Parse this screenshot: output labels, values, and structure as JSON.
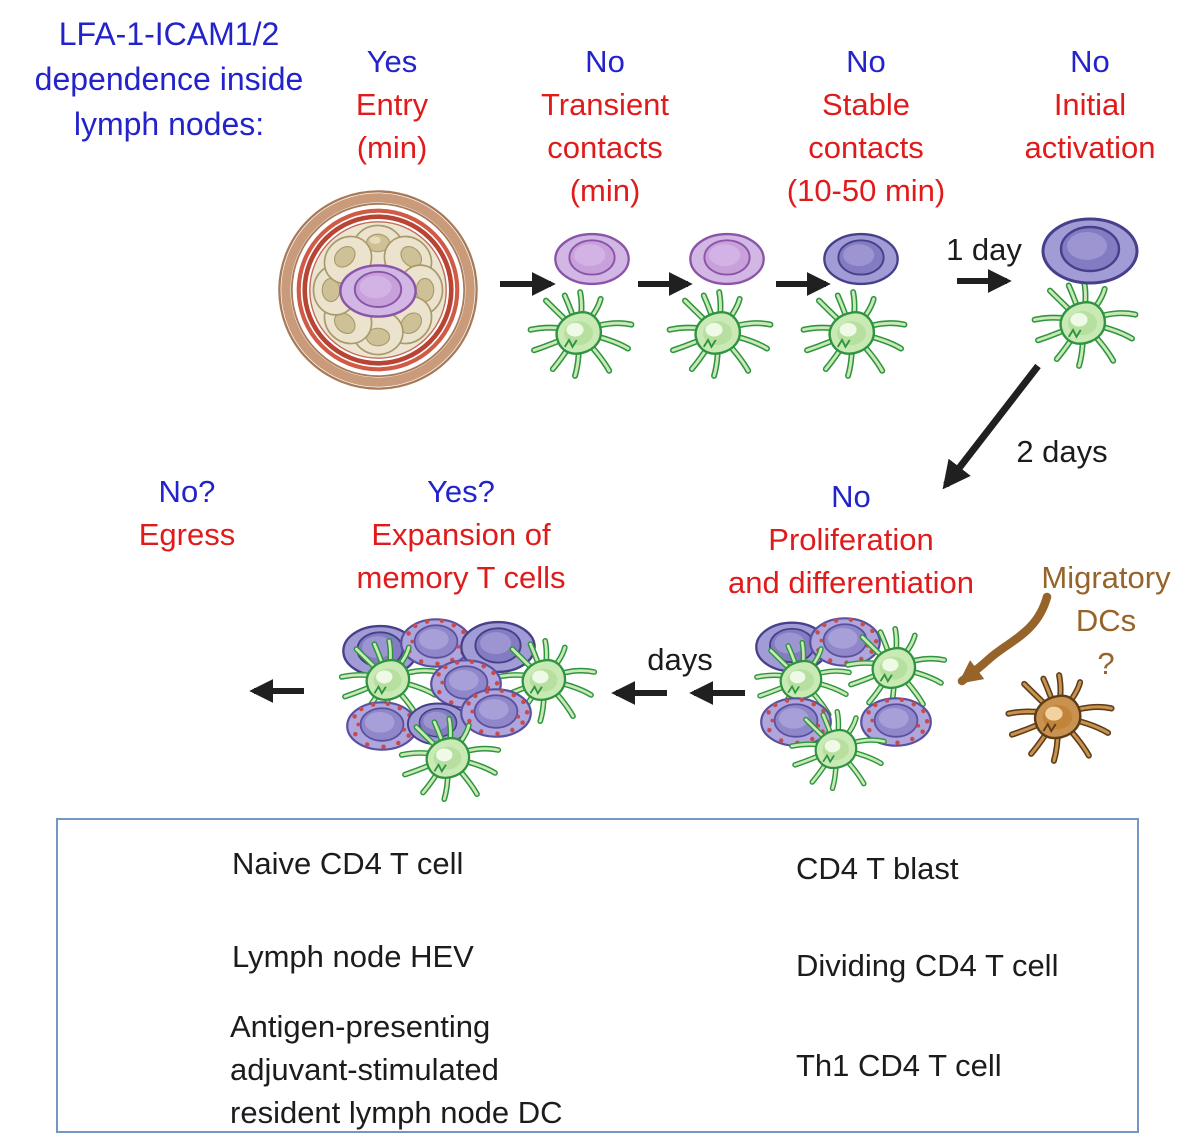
{
  "figure": {
    "title_lines": [
      "LFA-1-ICAM1/2",
      "dependence inside",
      "lymph nodes:"
    ],
    "stages": [
      {
        "answer": "Yes",
        "lines": [
          "Entry",
          "(min)"
        ]
      },
      {
        "answer": "No",
        "lines": [
          "Transient",
          "contacts",
          "(min)"
        ]
      },
      {
        "answer": "No",
        "lines": [
          "Stable",
          "contacts",
          "(10-50 min)"
        ]
      },
      {
        "answer": "No",
        "lines": [
          "Initial",
          "activation"
        ]
      },
      {
        "answer": "No",
        "lines": [
          "Proliferation",
          "and differentiation"
        ]
      },
      {
        "answer": "Yes?",
        "lines": [
          "Expansion of",
          "memory T cells"
        ]
      },
      {
        "answer": "No?",
        "lines": [
          "Egress"
        ]
      }
    ],
    "time_labels": {
      "one_day": "1 day",
      "two_days": "2 days",
      "days": "days"
    },
    "migratory": {
      "line1": "Migratory",
      "line2": "DCs",
      "question_mark": "?"
    },
    "legend": {
      "items": [
        {
          "icon": "naive-cd4-t-cell-icon",
          "lines": [
            "Naive CD4 T cell"
          ]
        },
        {
          "icon": "lymph-node-hev-icon",
          "lines": [
            "Lymph node HEV"
          ]
        },
        {
          "icon": "resident-lymph-node-dc-icon",
          "lines": [
            "Antigen-presenting",
            "adjuvant-stimulated",
            "resident lymph node DC"
          ]
        },
        {
          "icon": "cd4-t-blast-icon",
          "lines": [
            "CD4 T blast"
          ]
        },
        {
          "icon": "dividing-cd4-t-cell-icon",
          "lines": [
            "Dividing CD4 T cell"
          ]
        },
        {
          "icon": "th1-cd4-t-cell-icon",
          "lines": [
            "Th1 CD4 T cell"
          ]
        }
      ]
    },
    "colors": {
      "answer_blue": "#2323cb",
      "label_red": "#e01b1b",
      "migratory_brown": "#96632a",
      "text_black": "#1c1c1c",
      "legend_border_blue": "#7396c5",
      "dc_green_outline": "#2e9440",
      "dc_green_fill": "#c9e9b5",
      "naive_t_purple": "#d2b6e4",
      "blast_purple": "#a19bd6",
      "blast_outline": "#46408a",
      "th1_dot_red": "#c84b4b",
      "hev_red_ring": "#b84434",
      "hev_tan_ring": "#c99b7b",
      "migratory_dc_fill": "#c9924f"
    }
  }
}
